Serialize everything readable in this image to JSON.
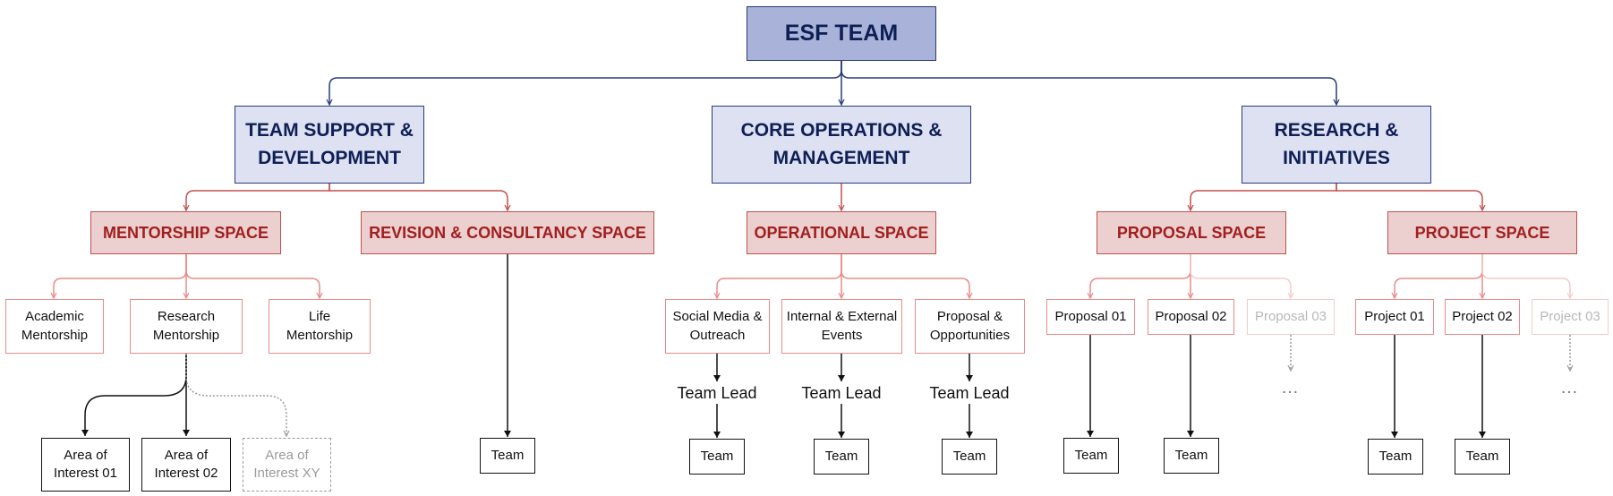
{
  "root": "ESF TEAM",
  "divisions": [
    "TEAM SUPPORT &\nDEVELOPMENT",
    "CORE OPERATIONS &\nMANAGEMENT",
    "RESEARCH &\nINITIATIVES"
  ],
  "spaces": {
    "mentorship": "MENTORSHIP SPACE",
    "revision": "REVISION & CONSULTANCY SPACE",
    "operational": "OPERATIONAL SPACE",
    "proposal": "PROPOSAL SPACE",
    "project": "PROJECT SPACE"
  },
  "mentorship_types": [
    "Academic\nMentorship",
    "Research\nMentorship",
    "Life\nMentorship"
  ],
  "areas": [
    "Area of\nInterest 01",
    "Area of\nInterest 02",
    "Area of\nInterest XY"
  ],
  "operational_units": [
    "Social Media &\nOutreach",
    "Internal & External\nEvents",
    "Proposal &\nOpportunities"
  ],
  "proposals": [
    "Proposal 01",
    "Proposal 02",
    "Proposal 03"
  ],
  "projects": [
    "Project 01",
    "Project 02",
    "Project 03"
  ],
  "team_lead": "Team Lead",
  "team": "Team",
  "ellipsis": "…",
  "colors": {
    "root_fill": "#a9b3d9",
    "division_fill": "#dde1f2",
    "navy": "#2a3a7a",
    "space_fill": "#eccfcf",
    "space_border": "#c0504d",
    "space_text": "#a11f1f",
    "unit_border": "#e98b89",
    "faded": "#9a9a9a"
  }
}
